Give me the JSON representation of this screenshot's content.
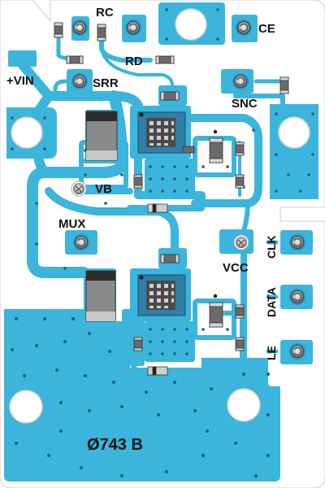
{
  "board": {
    "labels": {
      "rc": "RC",
      "ce": "CE",
      "rd": "RD",
      "vin": "+VIN",
      "srr": "SRR",
      "snc": "SNC",
      "vb": "VB",
      "mux": "MUX",
      "clk": "CLK",
      "vcc": "VCC",
      "data": "DATA",
      "le": "LE"
    },
    "part_number": "Ø743 B"
  },
  "colors": {
    "copper": "#3bb5dc",
    "copper_dark": "#2a94bd",
    "substrate": "#ffffff",
    "via": "#1d5e80",
    "silkscreen": "#111111",
    "pad_metal": "#d7d7d7",
    "component_body": "#6a6a6a"
  }
}
